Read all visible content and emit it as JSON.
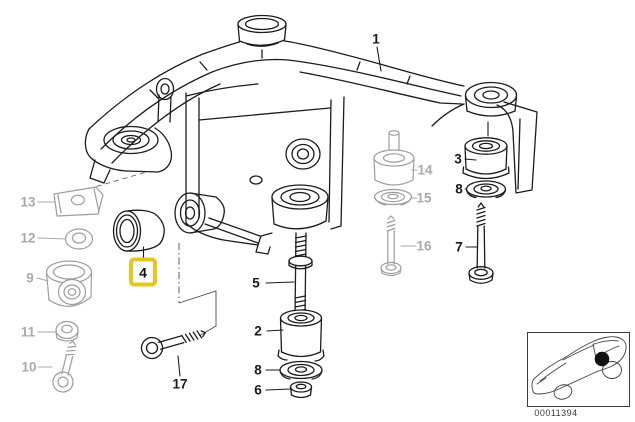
{
  "diagram": {
    "kind": "exploded-parts-line-drawing",
    "selected_callout": "4"
  },
  "colors": {
    "line": "#1c1c1c",
    "muted_line": "#9d9d9d",
    "muted_label": "#a9a9a9",
    "highlight_box": "#e8c41f",
    "background": "#ffffff"
  },
  "callouts": [
    {
      "label": "1",
      "emphasis": "normal"
    },
    {
      "label": "2",
      "emphasis": "normal"
    },
    {
      "label": "3",
      "emphasis": "normal"
    },
    {
      "label": "4",
      "emphasis": "selected"
    },
    {
      "label": "5",
      "emphasis": "normal"
    },
    {
      "label": "6",
      "emphasis": "normal"
    },
    {
      "label": "7",
      "emphasis": "normal"
    },
    {
      "label": "8",
      "emphasis": "normal"
    },
    {
      "label": "8",
      "emphasis": "normal"
    },
    {
      "label": "9",
      "emphasis": "muted"
    },
    {
      "label": "10",
      "emphasis": "muted"
    },
    {
      "label": "11",
      "emphasis": "muted"
    },
    {
      "label": "12",
      "emphasis": "muted"
    },
    {
      "label": "13",
      "emphasis": "muted"
    },
    {
      "label": "14",
      "emphasis": "muted"
    },
    {
      "label": "15",
      "emphasis": "muted"
    },
    {
      "label": "16",
      "emphasis": "muted"
    },
    {
      "label": "17",
      "emphasis": "normal"
    }
  ],
  "inset": {
    "icon": "car-location-icon",
    "marker": "axle-location-dot",
    "diagram_code": "00011394"
  }
}
